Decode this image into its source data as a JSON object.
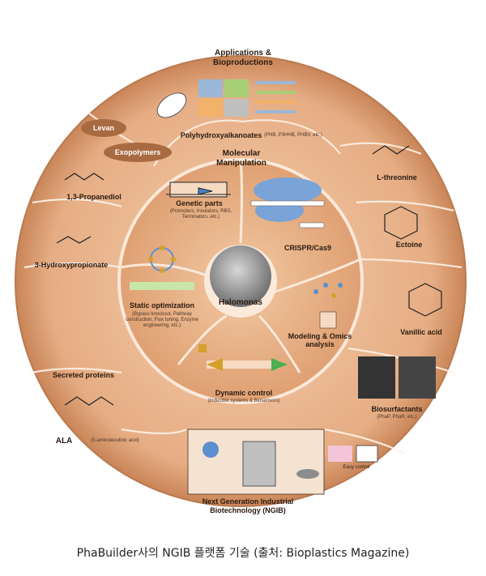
{
  "center": {
    "label": "Halomonas"
  },
  "inner_ring": {
    "title": "Molecular Manipulation",
    "genetic_parts": {
      "title": "Genetic parts",
      "detail": "(Promoters, Insulators, RBS, Terminators, etc.)"
    },
    "crispr": {
      "title": "CRISPR/Cas9"
    },
    "modeling": {
      "title": "Modeling & Omics analysis"
    },
    "dynamic": {
      "title": "Dynamic control",
      "detail": "(Inducible systems & Biosensors)"
    },
    "static_opt": {
      "title": "Static optimization",
      "detail": "(Bypass knockout, Pathway construction, Flux tuning, Enzyme engineering, etc.)"
    }
  },
  "outer_ring": {
    "title": "Applications & Bioproductions",
    "pha": {
      "title": "Polyhydroxyalkanoates",
      "detail": "(PHB, P3HHB, PHBV, etc.)"
    },
    "levan": "Levan",
    "exopolymers": "Exopolymers",
    "propanediol": "1,3-Propanediol",
    "hydroxypropionate": "3-Hydroxypropionate",
    "secreted": "Secreted proteins",
    "ala": {
      "title": "ALA",
      "detail": "(5-aminolevulinic acid)"
    },
    "threonine": "L-threonine",
    "ectoine": "Ectoine",
    "vanillic": "Vanillic acid",
    "biosurfactants": {
      "title": "Biosurfactants",
      "detail": "(PhaP, PhaR, etc.)"
    },
    "ngib": "Next Generation Industrial Biotechnology (NGIB)",
    "easy_control": "Easy control"
  },
  "caption": "PhaBuilder사의 NGIB 플랫폼 기술 (출처: Bioplastics Magazine)",
  "colors": {
    "outer": "#e8b48e",
    "ring": "#d99a6e",
    "inner": "#e3aa80",
    "core": "#8c8c8c",
    "line": "#fbe9da",
    "shadow": "#7a4a2a"
  }
}
